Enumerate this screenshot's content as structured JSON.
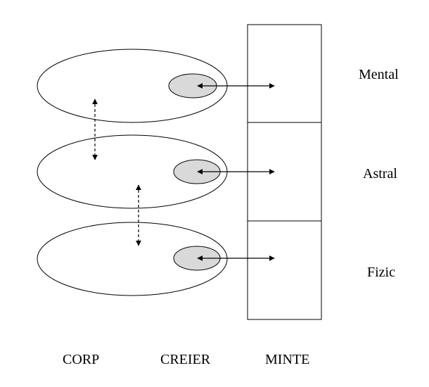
{
  "levels": [
    {
      "label": "Mental"
    },
    {
      "label": "Astral"
    },
    {
      "label": "Fizic"
    }
  ],
  "columns": {
    "body": "CORP",
    "brain": "CREIER",
    "mind": "MINTE"
  },
  "colors": {
    "stroke": "#000000",
    "brain_fill": "#d9d9d9",
    "background": "#ffffff"
  }
}
